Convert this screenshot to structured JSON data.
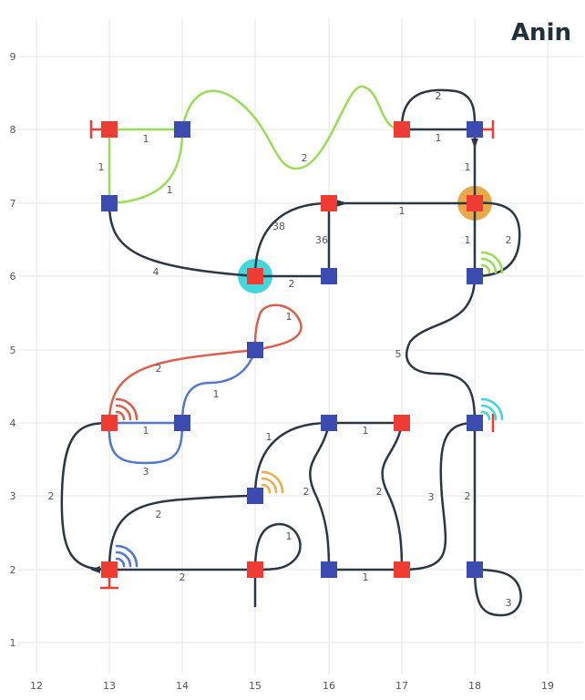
{
  "title": "Anin",
  "axes": {
    "x_ticks": [
      "12",
      "13",
      "14",
      "15",
      "16",
      "17",
      "18",
      "19"
    ],
    "y_ticks": [
      "1",
      "2",
      "3",
      "4",
      "5",
      "6",
      "7",
      "8",
      "9"
    ]
  },
  "colors": {
    "dark": "#2b3742",
    "green": "#99dd55",
    "red_edge": "#d9614c",
    "blue_edge": "#5577cc",
    "node_red": "#ee3b33",
    "node_blue": "#3b4bb0",
    "halo_cyan": "#44d6dd",
    "halo_orange": "#e8a94a",
    "wifi_red": "#d9614c",
    "wifi_green": "#99dd55",
    "wifi_cyan": "#44d6dd",
    "wifi_orange": "#e8b050",
    "wifi_blue": "#5577cc"
  },
  "edge_labels": {
    "e_13_8_14_8": "1",
    "e_13_8_13_7": "1",
    "e_13_7_14_8": "1",
    "e_14_8_17_8": "2",
    "e_17_8_18_8_top": "2",
    "e_17_8_18_8": "1",
    "e_18_8_18_7": "1",
    "e_18_7_18_6": "1",
    "e_18_7_18_6_loop": "2",
    "e_16_7_18_7": "1",
    "e_15_6_16_7": "38",
    "e_16_7_16_6": "36",
    "e_13_7_15_6": "4",
    "e_15_6_16_6": "2",
    "e_18_6_18_4": "5",
    "e_15_5_loop": "1",
    "e_13_4_15_5": "2",
    "e_14_4_15_5": "1",
    "e_13_4_14_4": "1",
    "e_13_4_14_4_loop": "3",
    "e_15_3_16_4": "1",
    "e_16_4_17_4": "1",
    "e_13_4_13_2": "2",
    "e_13_2_15_3": "2",
    "e_16_4_16_2": "2",
    "e_17_4_17_2": "2",
    "e_17_2_18_4": "3",
    "e_18_4_18_2": "2",
    "e_15_2_loop": "1",
    "e_13_2_15_2": "2",
    "e_16_2_17_2": "1",
    "e_18_2_loop": "3"
  }
}
